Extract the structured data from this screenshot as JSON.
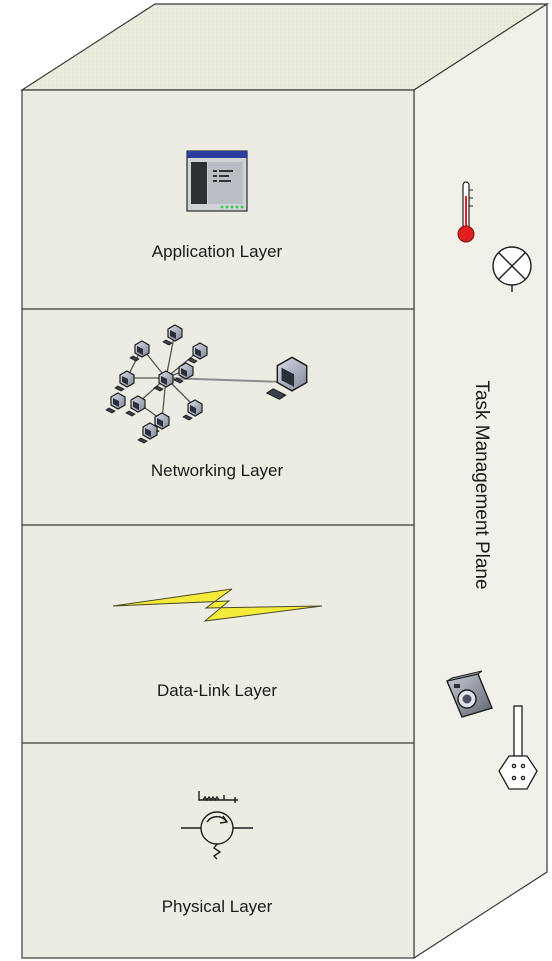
{
  "layers": [
    {
      "label": "Application Layer",
      "icon": "application-window-icon"
    },
    {
      "label": "Networking Layer",
      "icon": "network-cluster-icon"
    },
    {
      "label": "Data-Link Layer",
      "icon": "lightning-link-icon"
    },
    {
      "label": "Physical Layer",
      "icon": "pump-sensor-icon"
    }
  ],
  "side_plane": {
    "label": "Task Management Plane",
    "icons": [
      "thermometer-icon",
      "lamp-indicator-icon",
      "camera-icon",
      "probe-sensor-icon"
    ]
  },
  "colors": {
    "front_face": "#ecece3",
    "side_face": "#f1f1ea",
    "top_face": "#ededdf",
    "edge": "#3a3a3a",
    "lightning": "#f3ea3a",
    "thermometer": "#e21f1f",
    "window_titlebar": "#2c3f9e"
  }
}
